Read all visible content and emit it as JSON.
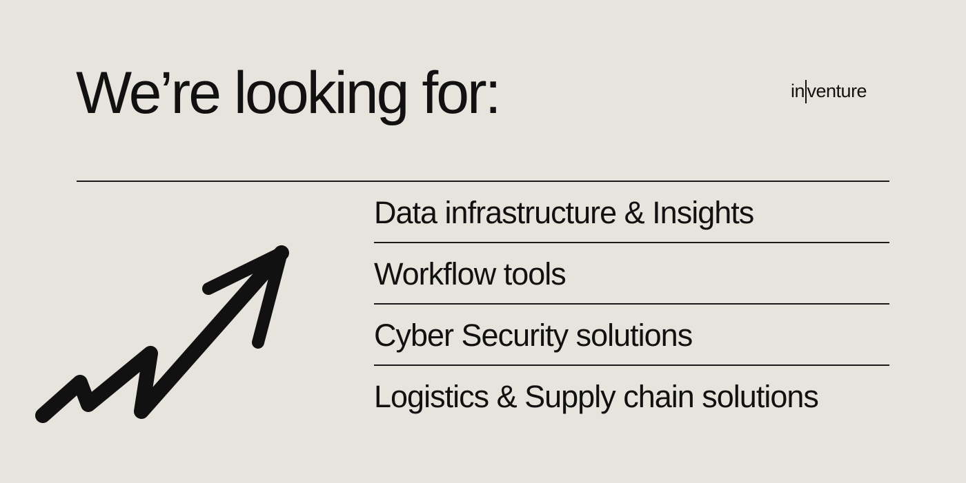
{
  "headline": "We’re looking for:",
  "logo": {
    "left_text": "in",
    "right_text": "venture"
  },
  "focus_areas": [
    "Data infrastructure & Insights",
    "Workflow tools",
    "Cyber Security solutions",
    "Logistics & Supply chain solutions"
  ],
  "decoration": {
    "arrow_icon": "brush-stroke-upward-arrow-icon"
  },
  "colors": {
    "background": "#e6e4dd",
    "text": "#111111"
  }
}
